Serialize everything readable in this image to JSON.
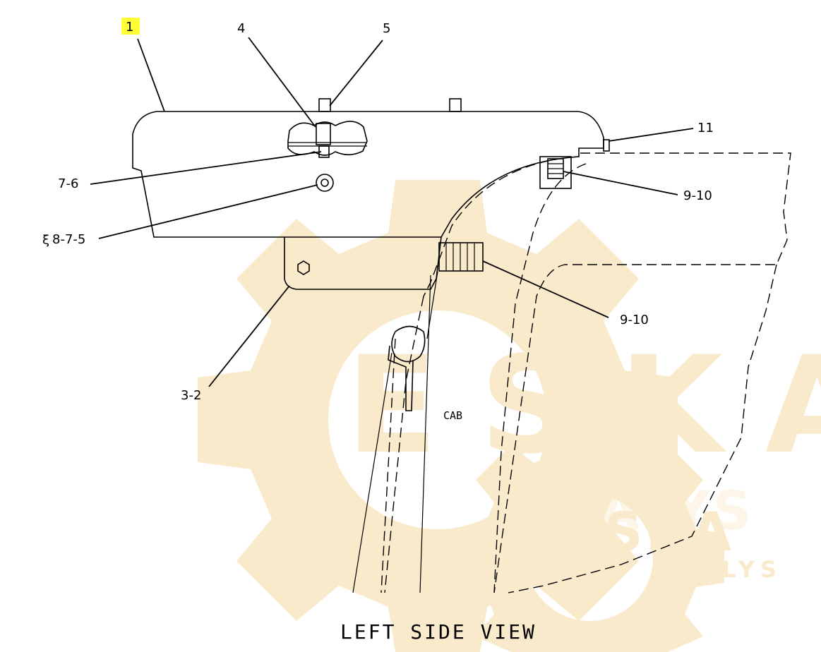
{
  "callouts": {
    "c1": "1",
    "c4": "4",
    "c5": "5",
    "c11": "11",
    "c7_6": "7-6",
    "c8_7_5": "8-7-5",
    "c8_7_5_prefix": "ξ",
    "c9_10_top": "9-10",
    "c9_10_mid": "9-10",
    "c3_2": "3-2"
  },
  "labels": {
    "cab": "CAB",
    "view_title": "LEFT SIDE VIEW"
  },
  "watermark": {
    "big": "ESKA",
    "mid": "ESKA",
    "mid_faded": "DALYS",
    "small": "DALYS",
    "color": "#F6D9A3"
  },
  "highlight_color": "#FFFF33"
}
